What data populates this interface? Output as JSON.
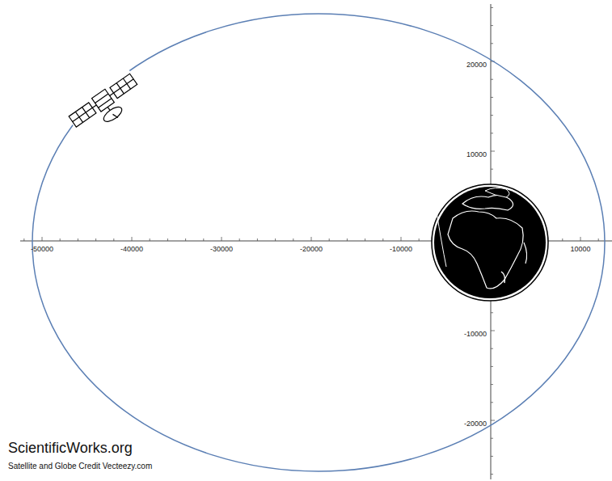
{
  "diagram": {
    "labels": [
      "-50000",
      "-40000",
      "-30000",
      "-20000",
      "-10000",
      "10000",
      "20000",
      "10000",
      "-10000",
      "-20000",
      "ScientificWorks.org",
      "Satellite and Globe Credit Vecteezy.com"
    ]
  }
}
